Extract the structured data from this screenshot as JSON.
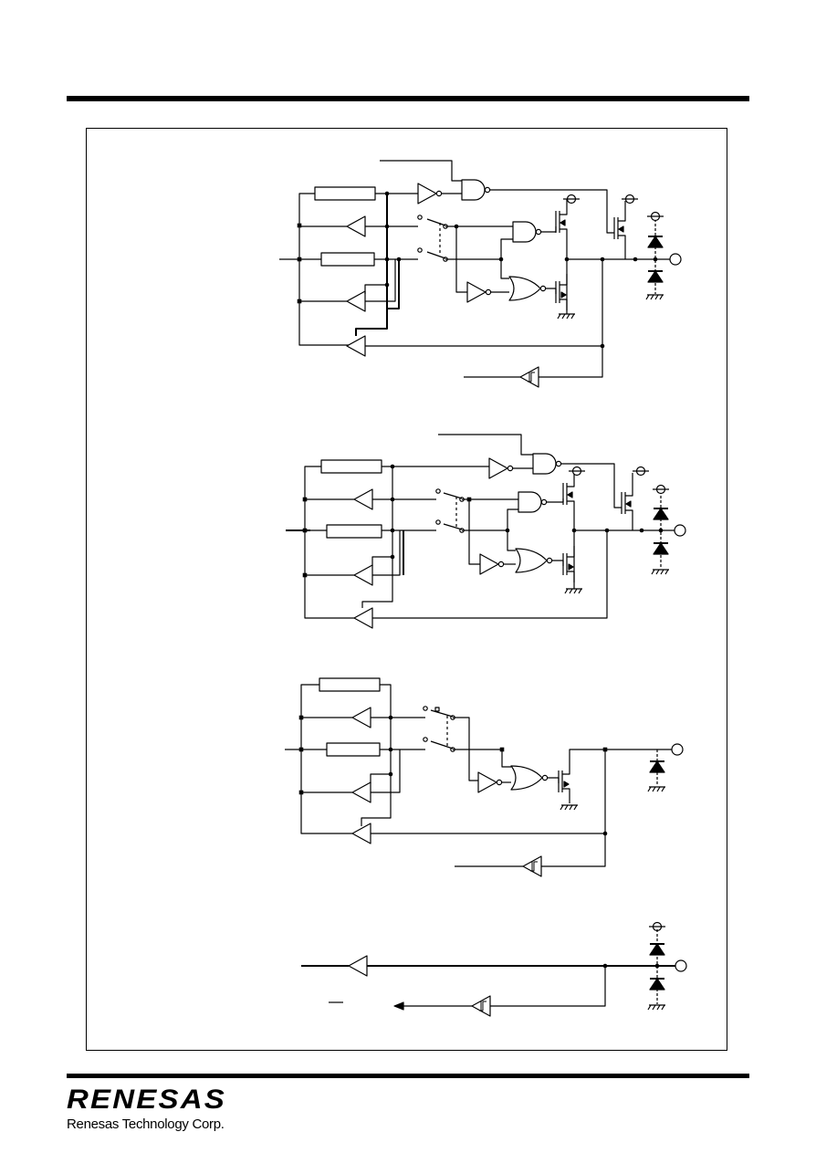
{
  "footer": {
    "brand_mark": "RENESAS",
    "company_name": "Renesas Technology Corp."
  },
  "colors": {
    "ink": "#000000",
    "paper": "#ffffff"
  },
  "diagrams": [
    {
      "id": "circuit-1",
      "kind": "bidirectional-port-with-input-schmitt"
    },
    {
      "id": "circuit-2",
      "kind": "bidirectional-port"
    },
    {
      "id": "circuit-3",
      "kind": "n-channel-open-drain-port-with-input-schmitt"
    },
    {
      "id": "circuit-4",
      "kind": "input-port-with-schmitt"
    }
  ]
}
